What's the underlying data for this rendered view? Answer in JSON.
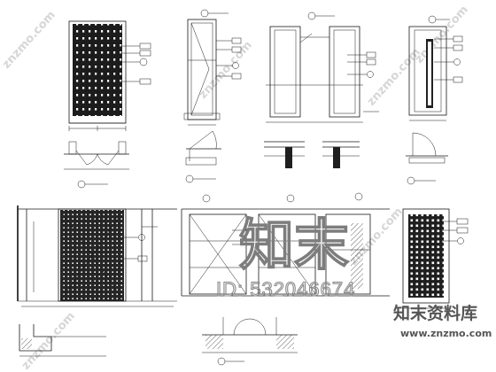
{
  "watermark": {
    "logo_large": "知末",
    "id_text": "ID: 532046674",
    "brand_cn": "知末资料库",
    "url": "www.znzmo.com",
    "diagonal": "znzmo.com"
  },
  "colors": {
    "line": "#1a1a1a",
    "watermark_gray": "#7d7d7d",
    "background": "#ffffff"
  }
}
